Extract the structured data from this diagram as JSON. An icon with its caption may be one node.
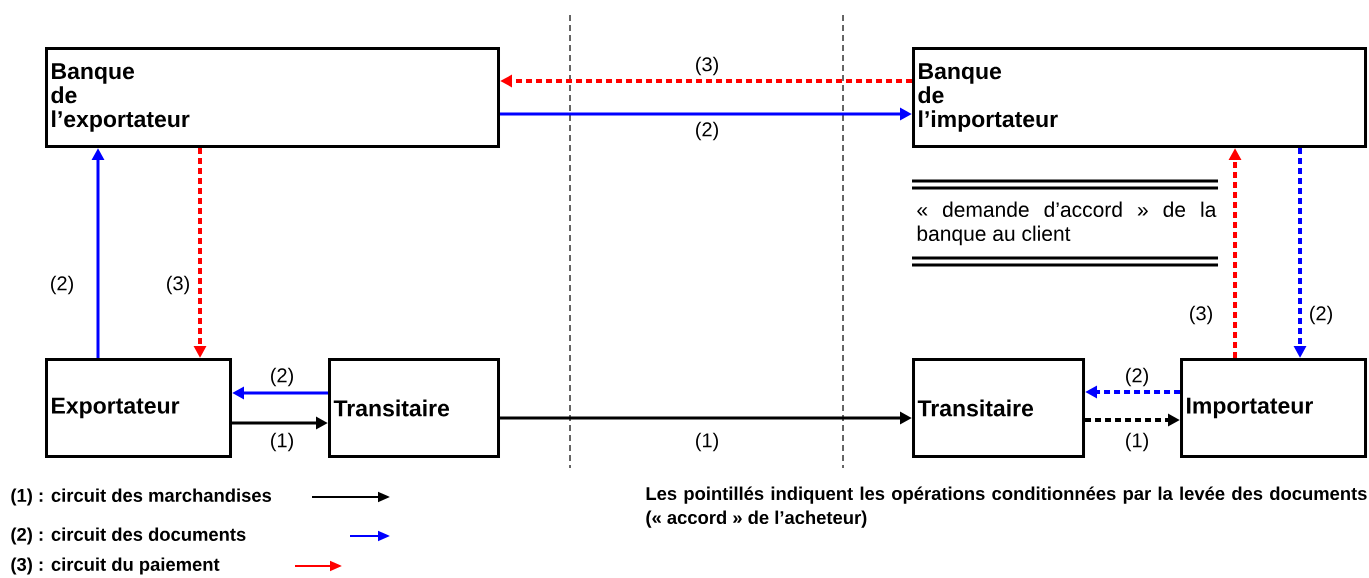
{
  "diagram": {
    "nodes": [
      {
        "text": [
          "Banque de l’exportateur"
        ]
      },
      {
        "text": [
          "Banque de l’importateur"
        ]
      },
      {
        "text": [
          "« demande d’accord » de la banque au client"
        ]
      },
      {
        "text": [
          "Exportateur"
        ]
      },
      {
        "text": [
          "Transitaire"
        ]
      },
      {
        "text": [
          "Transitaire"
        ]
      },
      {
        "text": [
          "Importateur"
        ]
      }
    ],
    "edges": [
      {
        "from": 1,
        "to": 0,
        "arrow": "to",
        "label": "(3)",
        "style": "dashed",
        "color": "#ff0000"
      },
      {
        "from": 0,
        "to": 1,
        "arrow": "to",
        "label": "(2)",
        "color": "#0000ff"
      },
      {
        "from": 3,
        "to": 0,
        "arrow": "to",
        "label": "(2)",
        "color": "#0000ff"
      },
      {
        "from": 0,
        "to": 3,
        "arrow": "to",
        "label": "(3)",
        "style": "dashed",
        "color": "#ff0000"
      },
      {
        "from": 4,
        "to": 3,
        "arrow": "to",
        "label": "(2)",
        "color": "#0000ff"
      },
      {
        "from": 3,
        "to": 4,
        "arrow": "to",
        "label": "(1)",
        "color": "#000000"
      },
      {
        "from": 4,
        "to": 5,
        "arrow": "to",
        "label": "(1)",
        "color": "#000000"
      },
      {
        "from": 6,
        "to": 1,
        "arrow": "to",
        "label": "(3)",
        "style": "dashed",
        "color": "#ff0000"
      },
      {
        "from": 1,
        "to": 6,
        "arrow": "to",
        "label": "(2)",
        "style": "dashed",
        "color": "#0000ff"
      },
      {
        "from": 6,
        "to": 5,
        "arrow": "to",
        "label": "(2)",
        "style": "dashed",
        "color": "#0000ff"
      },
      {
        "from": 5,
        "to": 6,
        "arrow": "to",
        "label": "(1)",
        "style": "dashed",
        "color": "#000000"
      }
    ],
    "labels": [
      "Les pointillés indiquent les opérations conditionnées par la levée des documents (« accord » de l’acheteur)"
    ],
    "legend": [
      {
        "text": "(1) : circuit des marchandises"
      },
      {
        "text": "(2) : circuit des documents"
      },
      {
        "text": "(3) : circuit du paiement"
      }
    ]
  }
}
